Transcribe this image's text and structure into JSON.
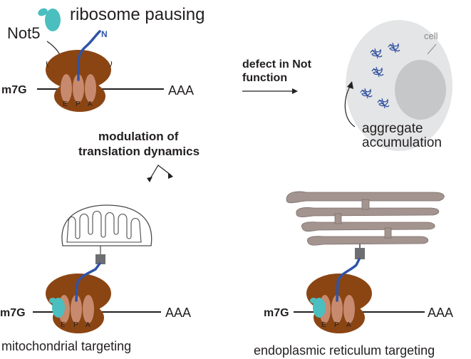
{
  "labels": {
    "ribosome_pausing": "ribosome pausing",
    "not5": "Not5",
    "n_terminus": "N",
    "m7g": "m7G",
    "aaa": "AAA",
    "site_e": "E",
    "site_p": "P",
    "site_a": "A",
    "defect_line1": "defect in Not",
    "defect_line2": "function",
    "cell": "cell",
    "aggregate_line1": "aggregate",
    "aggregate_line2": "accumulation",
    "modulation_line1": "modulation of",
    "modulation_line2": "translation dynamics",
    "mito_targeting": "mitochondrial targeting",
    "er_targeting": "endoplasmic reticulum targeting"
  },
  "colors": {
    "ribosome": "#8b4513",
    "ribosome_site": "#c88a6e",
    "not5": "#4bbfbf",
    "nascent_chain": "#2e54a6",
    "cell_fill": "#e4e5e6",
    "nucleus_fill": "#c6c7c9",
    "aggregate": "#2e4fa0",
    "er_fill": "#a39490",
    "text": "#231f20",
    "text_gray": "#8a8a8a"
  }
}
